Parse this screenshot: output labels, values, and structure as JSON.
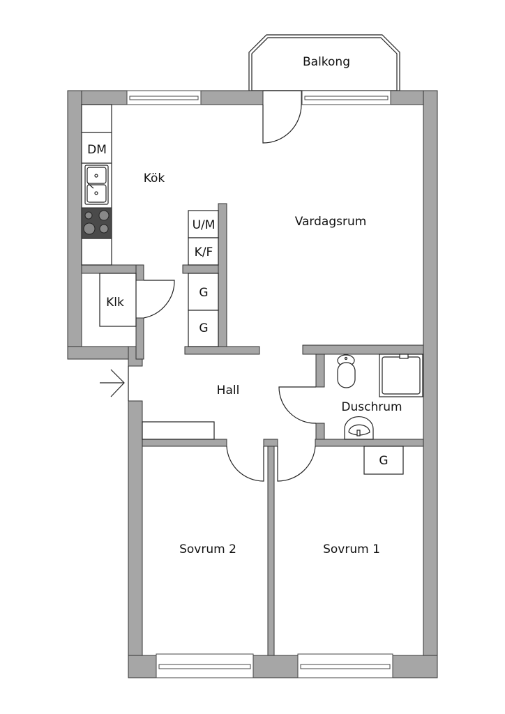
{
  "rooms": {
    "balcony": "Balkong",
    "kitchen": "Kök",
    "living_room": "Vardagsrum",
    "closet": "Klk",
    "hall": "Hall",
    "shower_room": "Duschrum",
    "bedroom_2": "Sovrum 2",
    "bedroom_1": "Sovrum 1"
  },
  "fixtures": {
    "dishwasher": "DM",
    "washer_dryer": "U/M",
    "fridge_freezer": "K/F",
    "wardrobe_1": "G",
    "wardrobe_2": "G",
    "wardrobe_bedroom": "G"
  },
  "colors": {
    "wall": "#a6a6a6",
    "stove": "#4a4a4a"
  }
}
